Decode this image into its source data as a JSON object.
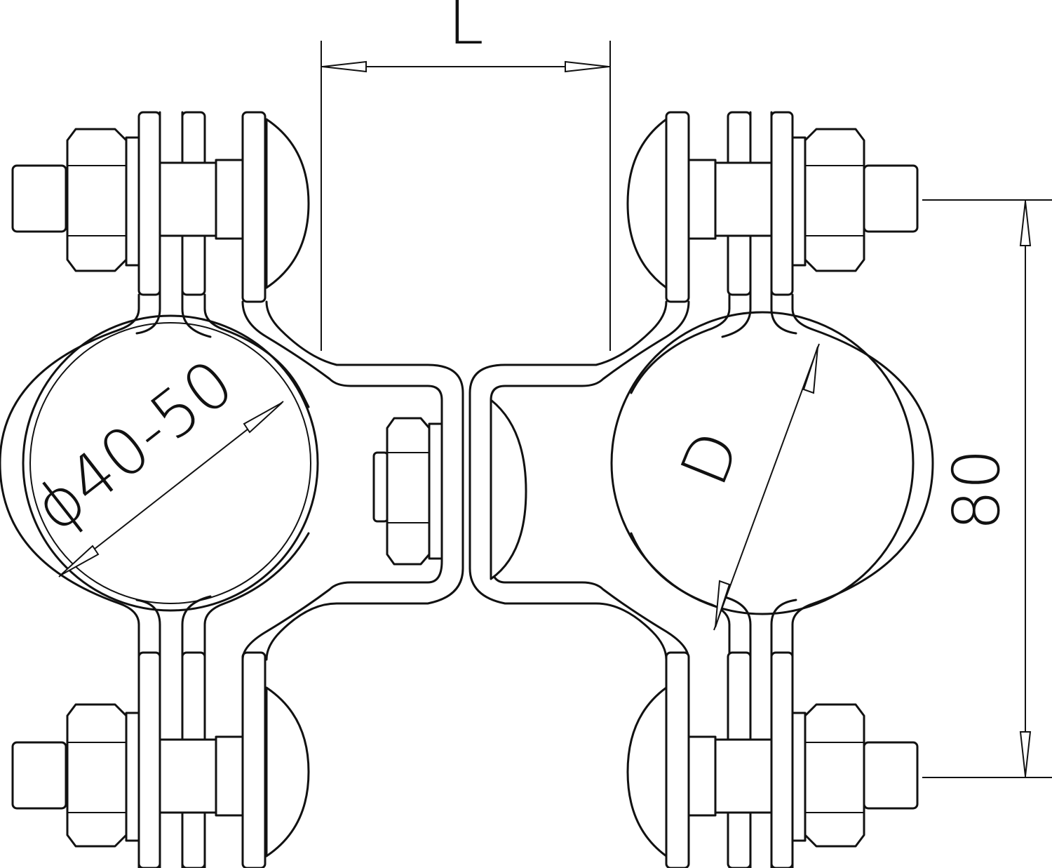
{
  "dimensions": {
    "length_label": "L",
    "height_label": "80",
    "diameter_range_label": "ϕ40-50",
    "diameter_label": "D"
  },
  "colors": {
    "line": "#111111",
    "background": "#ffffff"
  }
}
